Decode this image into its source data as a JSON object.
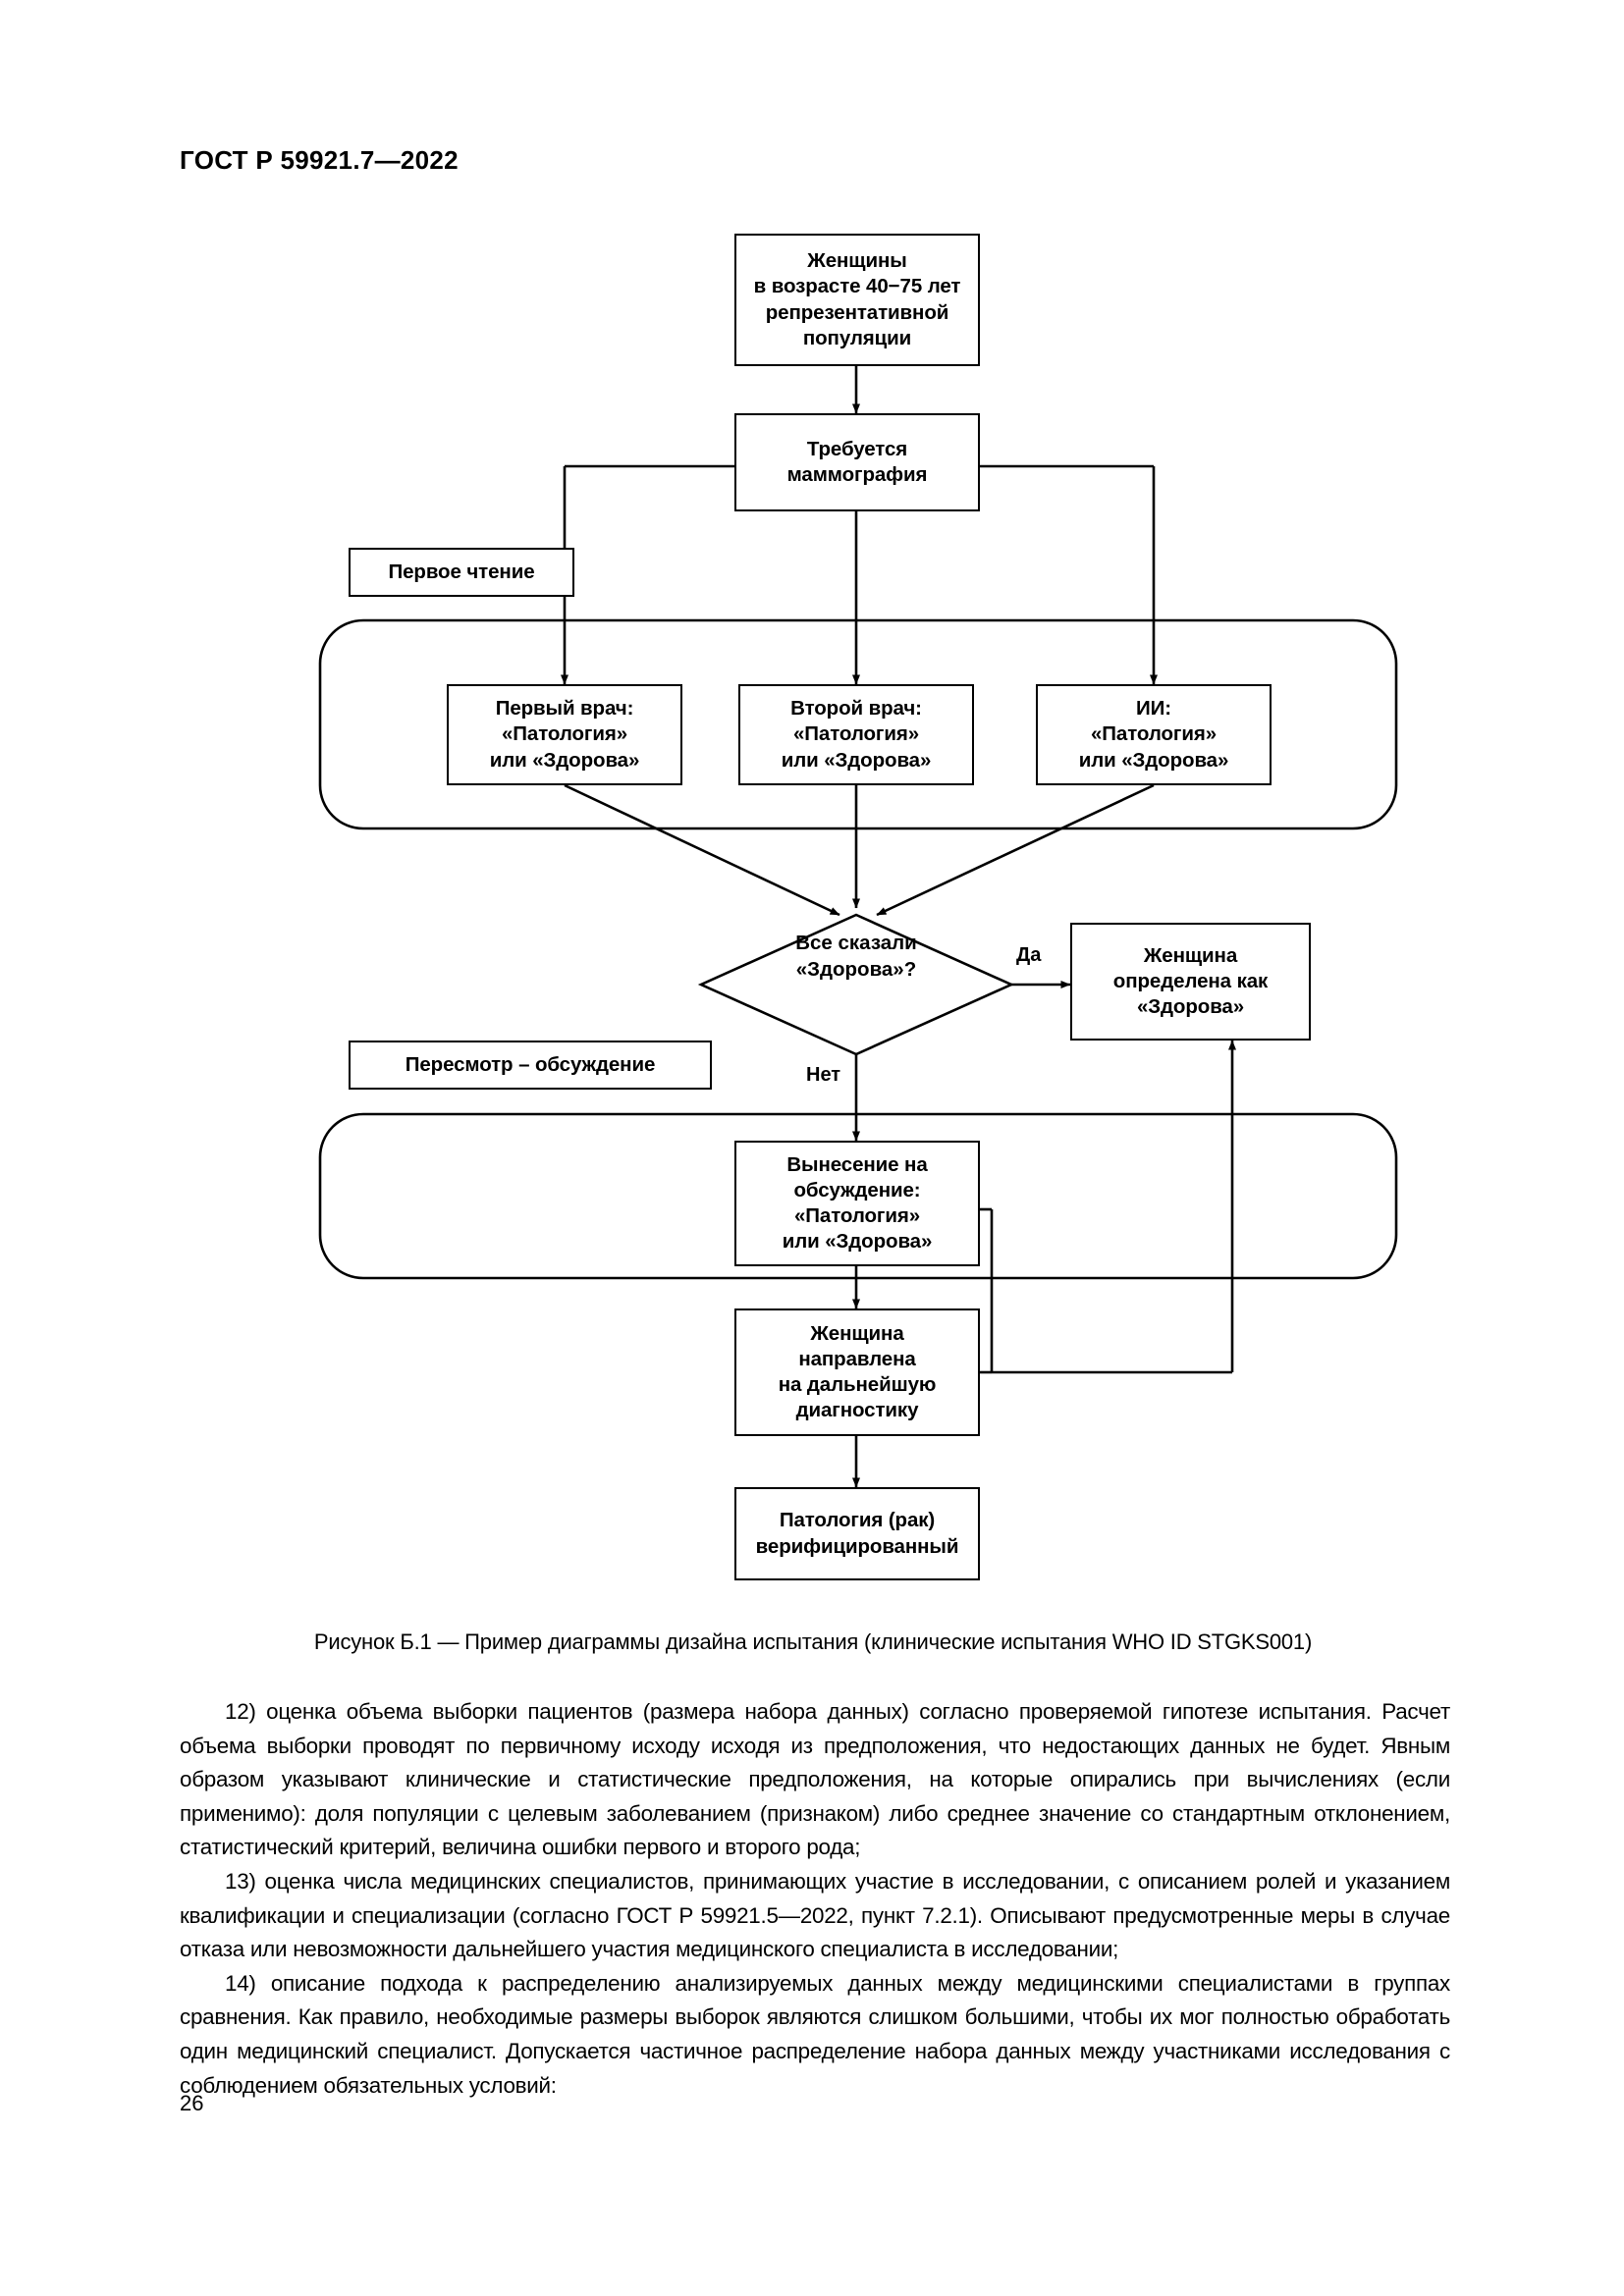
{
  "document": {
    "header": "ГОСТ Р 59921.7—2022",
    "page_number": "26"
  },
  "figure": {
    "caption": "Рисунок Б.1 — Пример диаграммы дизайна испытания (клинические испытания WHO ID STGKS001)",
    "nodes": {
      "population": {
        "lines": [
          "Женщины",
          "в возрасте 40−75 лет",
          "репрезентативной",
          "популяции"
        ]
      },
      "mammography": {
        "lines": [
          "Требуется",
          "маммография"
        ]
      },
      "first_reading_label": "Первое чтение",
      "doctor1": {
        "lines": [
          "Первый врач:",
          "«Патология»",
          "или «Здорова»"
        ]
      },
      "doctor2": {
        "lines": [
          "Второй врач:",
          "«Патология»",
          "или «Здорова»"
        ]
      },
      "ai": {
        "lines": [
          "ИИ:",
          "«Патология»",
          "или «Здорова»"
        ]
      },
      "decision": {
        "lines": [
          "Все",
          "сказали",
          "«Здорова»?"
        ]
      },
      "yes_label": "Да",
      "no_label": "Нет",
      "healthy": {
        "lines": [
          "Женщина",
          "определена как",
          "«Здорова»"
        ]
      },
      "review_label": "Пересмотр – обсуждение",
      "discussion": {
        "lines": [
          "Вынесение на",
          "обсуждение:",
          "«Патология»",
          "или «Здорова»"
        ]
      },
      "referral": {
        "lines": [
          "Женщина",
          "направлена",
          "на дальнейшую",
          "диагностику"
        ]
      },
      "verified": {
        "lines": [
          "Патология (рак)",
          "верифицированный"
        ]
      }
    }
  },
  "body": {
    "paragraphs": [
      "12)  оценка объема выборки пациентов (размера набора данных) согласно проверяемой гипотезе испытания. Расчет объема выборки проводят по первичному исходу исходя из предположения, что недостающих данных не будет. Явным образом указывают клинические и статистические предположения, на которые опирались при вычислениях (если применимо): доля популяции с целевым заболеванием (признаком) либо среднее значение со стандартным отклонением, статистический критерий, величина ошибки первого и второго рода;",
      "13)  оценка числа медицинских специалистов, принимающих участие в исследовании, с описанием ролей и указанием квалификации и специализации (согласно ГОСТ Р 59921.5—2022, пункт 7.2.1). Описывают предусмотренные меры в случае отказа или невозможности дальнейшего участия медицинского специалиста в исследовании;",
      "14)  описание подхода к распределению анализируемых данных между медицинскими специалистами в группах сравнения. Как правило, необходимые размеры выборок являются слишком большими, чтобы их мог полностью обработать один медицинский специалист. Допускается частичное распределение набора данных между участниками исследования с соблюдением обязательных условий:"
    ]
  }
}
